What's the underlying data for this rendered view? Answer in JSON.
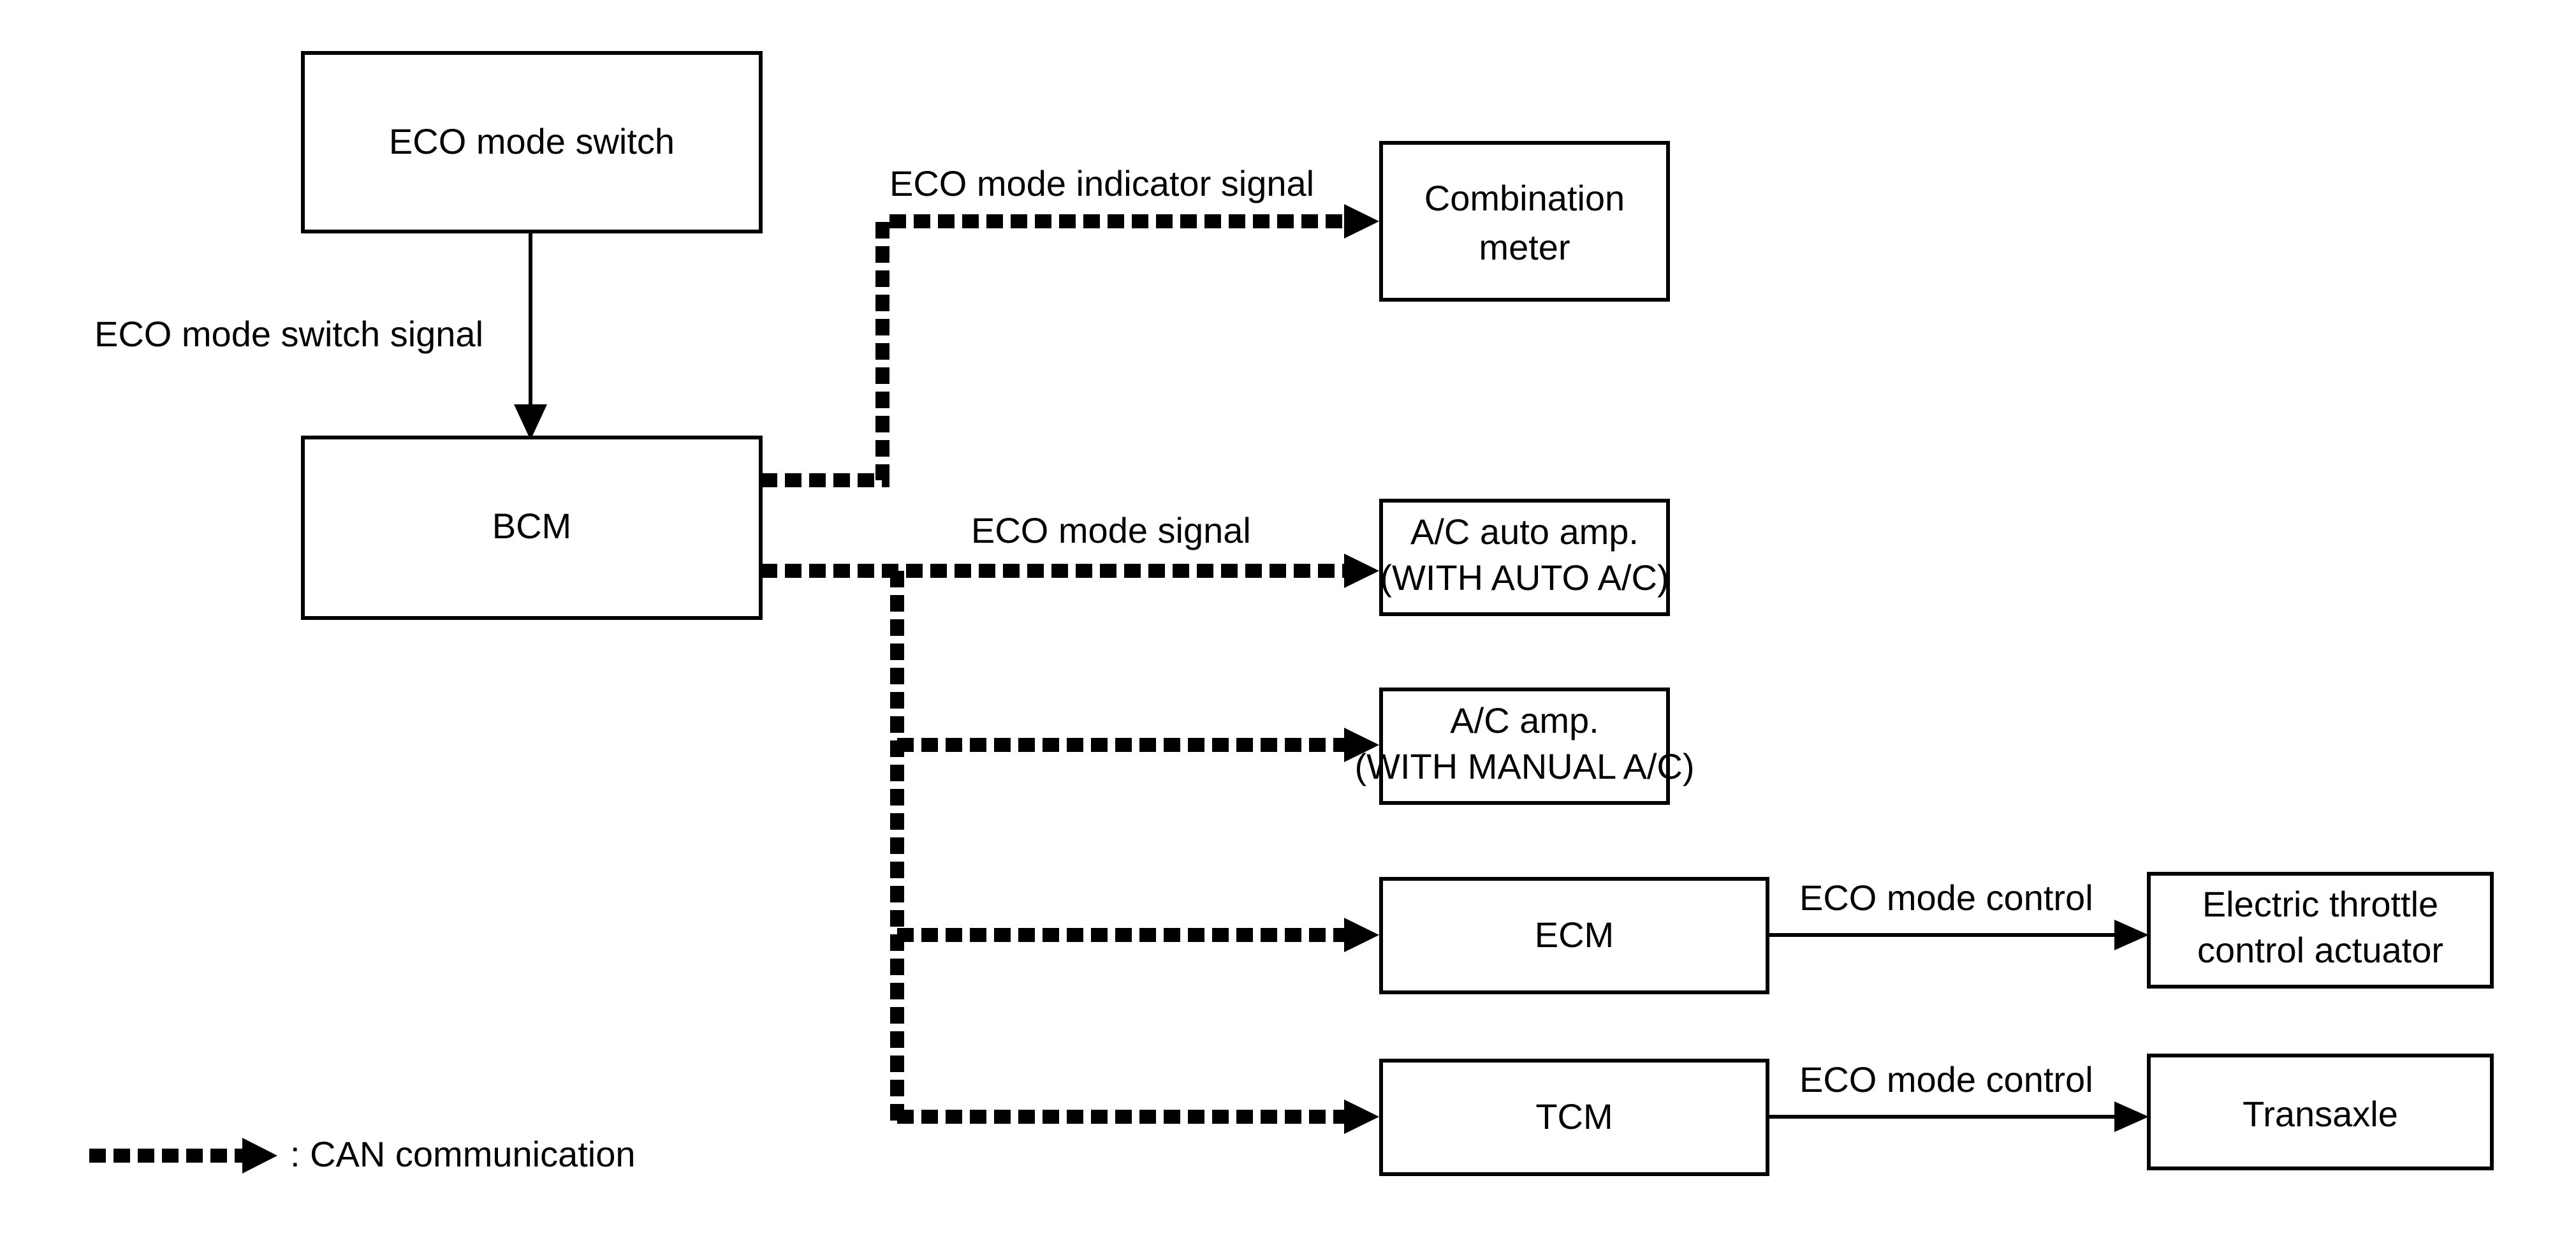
{
  "diagram": {
    "title": "ECO mode system block diagram",
    "colors": {
      "stroke": "#000000",
      "fill": "#ffffff",
      "background": "#ffffff"
    },
    "boxes": [
      {
        "id": "eco-mode-switch",
        "line1": "ECO mode switch",
        "line2": ""
      },
      {
        "id": "bcm",
        "line1": "BCM",
        "line2": ""
      },
      {
        "id": "combination-meter",
        "line1": "Combination",
        "line2": "meter"
      },
      {
        "id": "ac-auto-amp",
        "line1": "A/C auto amp.",
        "line2": "(WITH AUTO A/C)"
      },
      {
        "id": "ac-amp",
        "line1": "A/C amp.",
        "line2": "(WITH MANUAL A/C)"
      },
      {
        "id": "ecm",
        "line1": "ECM",
        "line2": ""
      },
      {
        "id": "tcm",
        "line1": "TCM",
        "line2": ""
      },
      {
        "id": "electric-throttle-control-actuator",
        "line1": "Electric throttle",
        "line2": "control actuator"
      },
      {
        "id": "transaxle",
        "line1": "Transaxle",
        "line2": ""
      }
    ],
    "edge_labels": {
      "switch_to_bcm": "ECO mode switch signal",
      "bcm_to_meter": "ECO mode indicator signal",
      "bcm_to_modules": "ECO mode signal",
      "ecm_to_throttle": "ECO mode control",
      "tcm_to_transaxle": "ECO mode control"
    },
    "legend": {
      "symbol_name": "can-dashed-arrow-icon",
      "text": ": CAN communication"
    }
  }
}
